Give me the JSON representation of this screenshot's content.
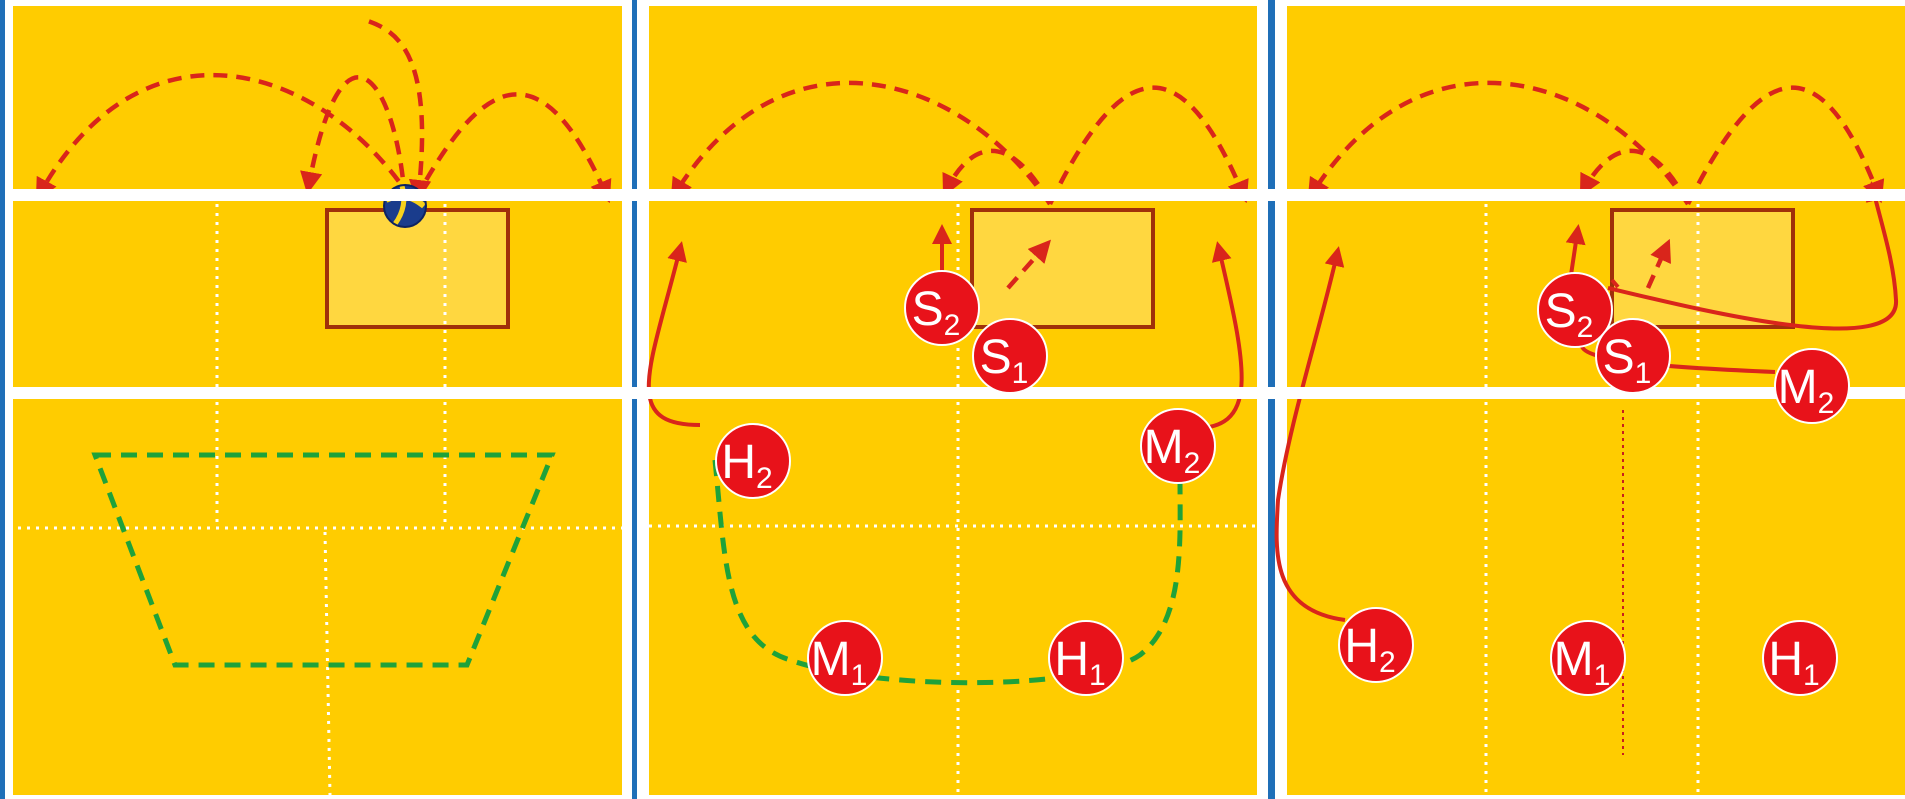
{
  "colors": {
    "court": "#FFCC00",
    "zone": "#FFD740",
    "zone_border": "#A0300A",
    "line": "#FFFFFF",
    "divider": "#1F6FB8",
    "trajectory": "#D9251B",
    "player": "#E8121A",
    "coverage": "#1FA23A"
  },
  "players": {
    "s1": {
      "letter": "S",
      "sub": "1"
    },
    "s2": {
      "letter": "S",
      "sub": "2"
    },
    "m1": {
      "letter": "M",
      "sub": "1"
    },
    "m2": {
      "letter": "M",
      "sub": "2"
    },
    "h1": {
      "letter": "H",
      "sub": "1"
    },
    "h2": {
      "letter": "H",
      "sub": "2"
    }
  },
  "icons": {
    "ball": "volleyball-icon",
    "arrow": "arrowhead-icon"
  }
}
